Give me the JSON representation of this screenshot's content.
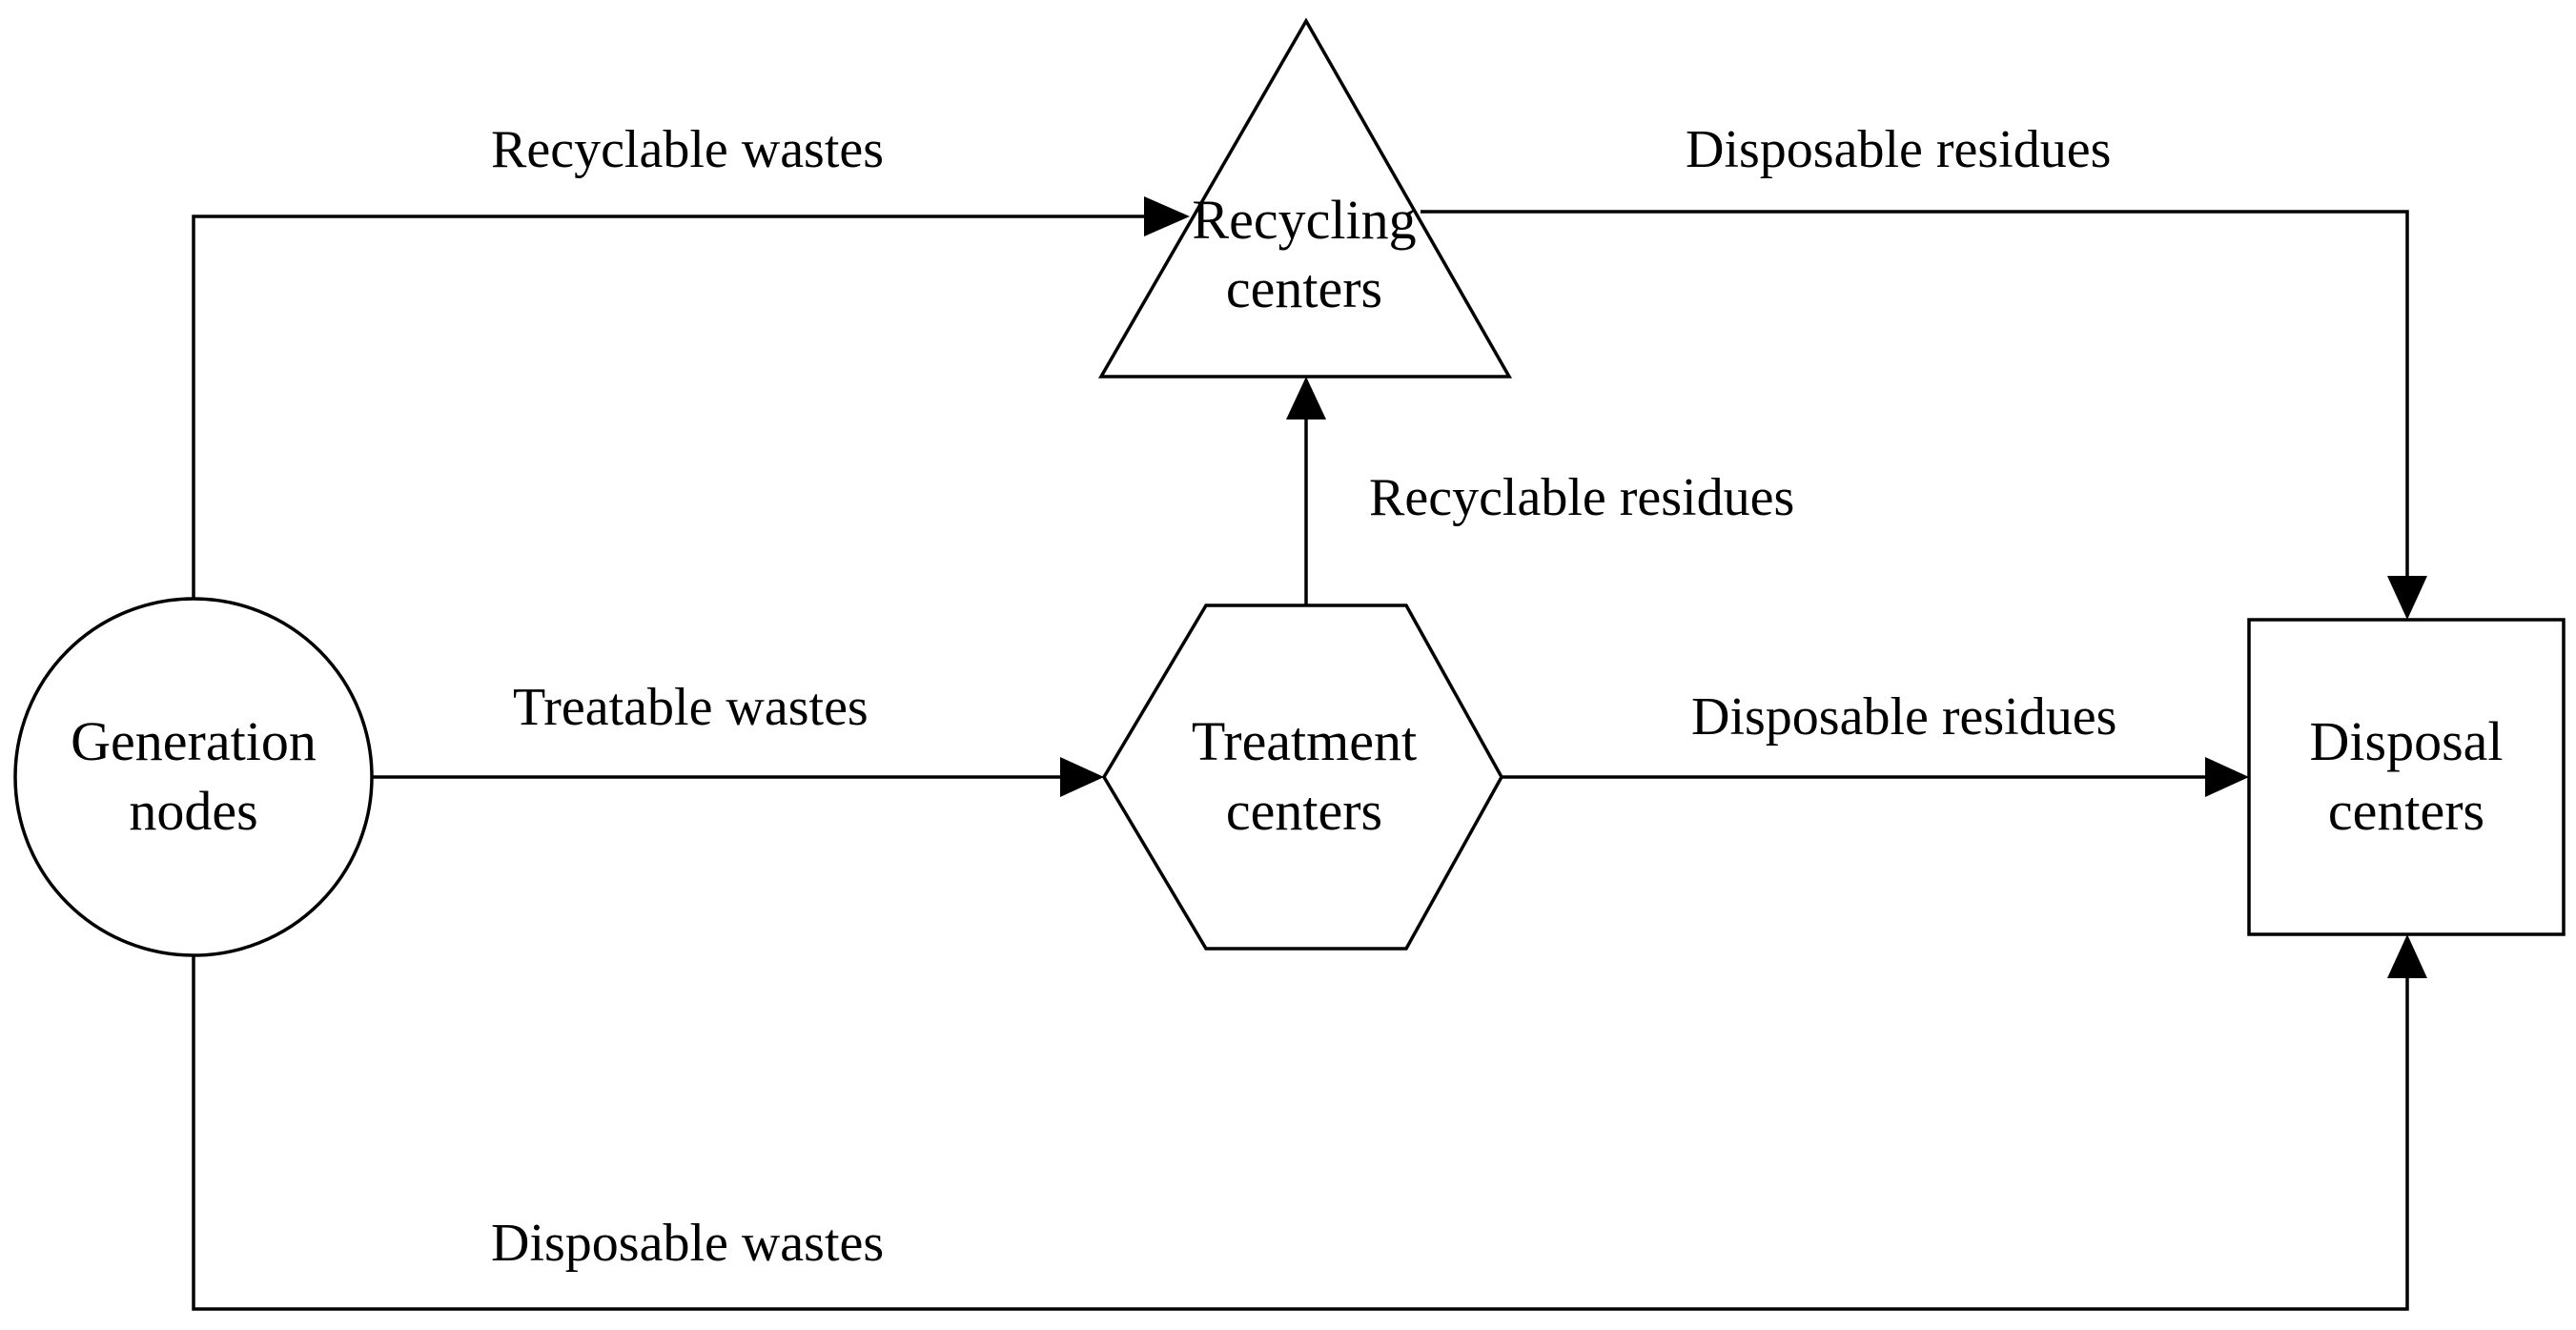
{
  "colors": {
    "stroke": "#000000",
    "background": "#ffffff"
  },
  "nodes": {
    "generation": {
      "line1": "Generation",
      "line2": "nodes"
    },
    "recycling": {
      "line1": "Recycling",
      "line2": "centers"
    },
    "treatment": {
      "line1": "Treatment",
      "line2": "centers"
    },
    "disposal": {
      "line1": "Disposal",
      "line2": "centers"
    }
  },
  "edges": {
    "generation_to_recycling": "Recyclable wastes",
    "recycling_to_disposal": "Disposable residues",
    "treatment_to_recycling": "Recyclable residues",
    "generation_to_treatment": "Treatable wastes",
    "treatment_to_disposal": "Disposable residues",
    "generation_to_disposal": "Disposable wastes"
  }
}
